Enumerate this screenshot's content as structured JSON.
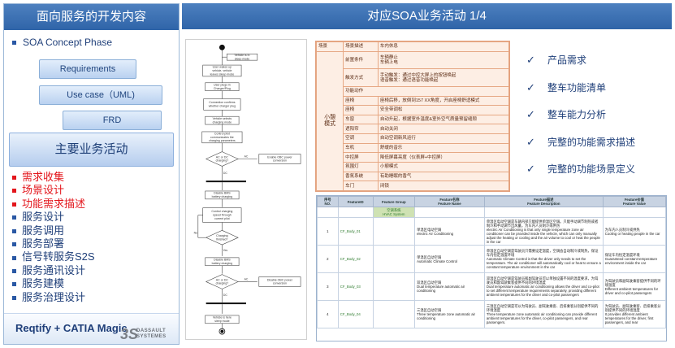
{
  "left": {
    "title": "面向服务的开发内容",
    "concept_phase": "SOA Concept Phase",
    "concept_items": [
      "Requirements",
      "Use case（UML)",
      "FRD"
    ],
    "activities_title": "主要业务活动",
    "activities": [
      {
        "label": "需求收集",
        "highlight": true
      },
      {
        "label": "场景设计",
        "highlight": true
      },
      {
        "label": "功能需求描述",
        "highlight": true
      },
      {
        "label": "服务设计",
        "highlight": false
      },
      {
        "label": "服务调用",
        "highlight": false
      },
      {
        "label": "服务部署",
        "highlight": false
      },
      {
        "label": "信号转服务S2S",
        "highlight": false
      },
      {
        "label": "服务通讯设计",
        "highlight": false
      },
      {
        "label": "服务建模",
        "highlight": false
      },
      {
        "label": "服务治理设计",
        "highlight": false
      }
    ],
    "tool_text": "Reqtify + CATIA Magic",
    "logo_text_1": "DASSAULT",
    "logo_text_2": "SYSTEMES",
    "logo_mark": "3S"
  },
  "right": {
    "title": "对应SOA业务活动 1/4",
    "checklist": [
      "产品需求",
      "整车功能清单",
      "整车能力分析",
      "完整的功能需求描述",
      "完整的功能场景定义"
    ]
  },
  "flowchart": {
    "nodes": [
      "Vehicle is in sleep mode",
      "User wakes up vehicle, vehicle leaves sleep mode",
      "User plugs in Charger/Plug",
      "Connection confirms whether charger plug",
      "Vehicle selects charging mode",
      "Control pilot communicates the charging parameters",
      "AC or DC charging?",
      "Enable OBC power conversion",
      "Disable BMS battery charging",
      "Control charging speed through current pilot",
      "Charging finished?",
      "Disable BMS battery charging",
      "AC or DC charging?",
      "Disable OBC power conversion",
      "Vehicle is here sleep mode"
    ],
    "edge_labels": [
      "AC",
      "DC",
      "Yes",
      "No",
      "AC",
      "DC"
    ]
  },
  "scenario_table": {
    "section_label": "场景",
    "section_value_label": "场景描述",
    "section_value": "车内休息",
    "group_label": "小憩模式",
    "rows": [
      [
        "前置条件",
        "车辆静止\n车辆上电"
      ],
      [
        "触发方式",
        "手动触发：通过中控大屏上的按钮唤起\n语音触发：通过语音功能唤起"
      ],
      [
        "功能动作",
        ""
      ],
      [
        "座椅",
        "座椅后移，放倒到157 XX角度，开启座椅舒适模式"
      ],
      [
        "座椅",
        "安全带调松"
      ],
      [
        "车窗",
        "自动升起，根据室外温度&室外空气质量预留缝隙"
      ],
      [
        "遮阳帘",
        "自动关闭"
      ],
      [
        "空调",
        "自动空调新风运行"
      ],
      [
        "车机",
        "舒缓的音乐"
      ],
      [
        "中控屏",
        "降低屏幕亮度（仪表屏+中控屏）"
      ],
      [
        "氛围灯",
        "小憩模式"
      ],
      [
        "香氛系统",
        "有助睡眠的香气"
      ],
      [
        "车门",
        "闭锁"
      ]
    ]
  },
  "feature_table": {
    "headers": [
      "序号\nNO.",
      "FeatureID",
      "Feature Group",
      "Feature名称\nFeature Name",
      "Feature描述\nFeature Description",
      "Feature价值\nFeature Value"
    ],
    "group_row": "空调系统\nHVAC System",
    "rows": [
      [
        "1",
        "CF_Body_01",
        "",
        "单温区电动空调\nelectric Air Conditioning",
        "单温区电动空调是车辆内部只能提供单温区空调。只能手动调节制热或者制冷和手动调节出风量。为车内人员制冷或供热\nelectric Air Conditioning is that only single temperature zone air conditioner can be provided inside the vehicle, which can only manually adjust the heating or cooling and the air volume to cool or heat the people in the car",
        "为车内人员制冷或供热\nCooling or heating people in the car"
      ],
      [
        "2",
        "CF_Body_02",
        "",
        "单温区自动空调\nAutomatic Climate Control",
        "单温区自动空调是驾驶员只需要设定温度，空调会自动制冷或制热，保证车内恒定温度环境\nAutomatic Climate Control is that the driver only needs to set the temperature. The air conditioner will automatically cool or heat to ensure a constant temperature environment in the car",
        "保证车内恒定温度环境\nGuaranteed constant temperature environment inside the car"
      ],
      [
        "3",
        "CF_Body_03",
        "",
        "双温区自动空调\nDual temperature automatic air conditioning",
        "双温区自动空调是驾驶员和副驾驶员可以单独设置不同的温度要求，为驾驶员和副驾驶乘客提供不同的环境温度\nDual temperature automatic air conditioning allows the driver and co-pilot to set different temperature requirements separately, providing different ambient temperatures for the driver and co-pilot passengers",
        "为驾驶员和副驾驶乘客提供不同的环境温度\nDifferent ambient temperatures for driver and co-pilot passengers"
      ],
      [
        "4",
        "CF_Body_04",
        "",
        "三温区自动空调\nThree temperature zone automatic air conditioning",
        "三温区自动空调是可以为驾驶员、副驾驶乘客、后排乘客分别提供不同的环境温度\nThree temperature zone automatic air conditioning can provide different ambient temperatures for the driver, co-pilot passengers, and rear passengers.",
        "为驾驶员、副驾驶乘客、后排乘客分别提供不同的环境温度\nIt provides different ambient temperatures for the driver, first passengers, and rear"
      ]
    ]
  },
  "colors": {
    "header_blue": "#2f64a8",
    "highlight_red": "#e3161c",
    "text_navy": "#1f3f79",
    "scenario_bg": "#fdeee4"
  }
}
